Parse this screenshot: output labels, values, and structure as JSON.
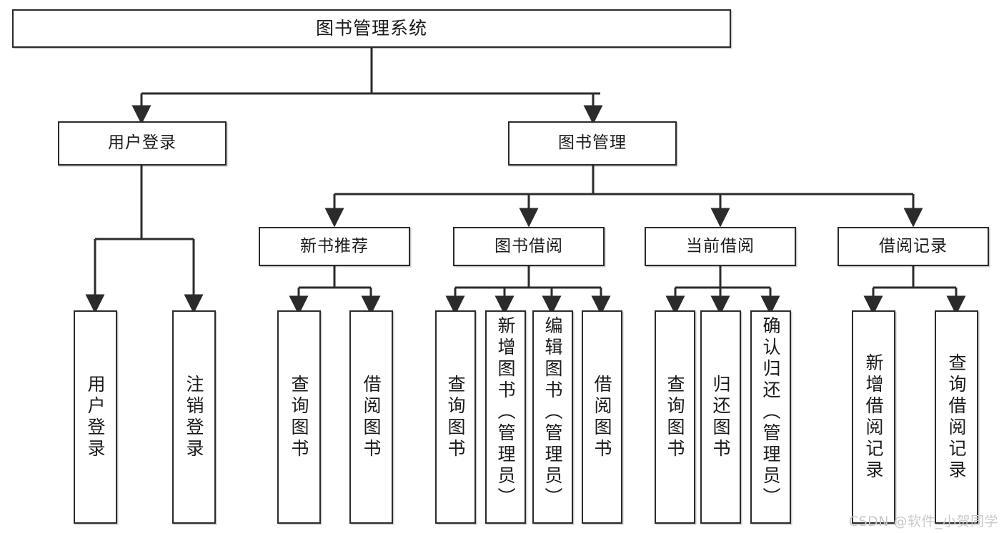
{
  "diagram": {
    "title": "图书管理系统",
    "type": "tree",
    "orientation": "top-down",
    "colors": {
      "background": "#ffffff",
      "box_border": "#2b2b2b",
      "box_fill": "#ffffff",
      "edge": "#2b2b2b",
      "text": "#1b1b1b",
      "watermark": "#c9c9c9"
    },
    "levels": [
      {
        "level": 0,
        "nodes": [
          {
            "id": "root",
            "label": "图书管理系统"
          }
        ]
      },
      {
        "level": 1,
        "nodes": [
          {
            "id": "login",
            "label": "用户登录",
            "parent": "root"
          },
          {
            "id": "bookmgmt",
            "label": "图书管理",
            "parent": "root"
          }
        ]
      },
      {
        "level": 2,
        "nodes": [
          {
            "id": "newbook",
            "label": "新书推荐",
            "parent": "bookmgmt"
          },
          {
            "id": "borrow",
            "label": "图书借阅",
            "parent": "bookmgmt"
          },
          {
            "id": "current",
            "label": "当前借阅",
            "parent": "bookmgmt"
          },
          {
            "id": "record",
            "label": "借阅记录",
            "parent": "bookmgmt"
          }
        ]
      },
      {
        "level": 3,
        "nodes": [
          {
            "id": "l1",
            "label": "用户登录",
            "parent": "login"
          },
          {
            "id": "l2",
            "label": "注销登录",
            "parent": "login"
          },
          {
            "id": "n1",
            "label": "查询图书",
            "parent": "newbook"
          },
          {
            "id": "n2",
            "label": "借阅图书",
            "parent": "newbook"
          },
          {
            "id": "b1",
            "label": "查询图书",
            "parent": "borrow"
          },
          {
            "id": "b2",
            "label": "新增图书（管理员）",
            "parent": "borrow"
          },
          {
            "id": "b3",
            "label": "编辑图书（管理员）",
            "parent": "borrow"
          },
          {
            "id": "b4",
            "label": "借阅图书",
            "parent": "borrow"
          },
          {
            "id": "c1",
            "label": "查询图书",
            "parent": "current"
          },
          {
            "id": "c2",
            "label": "归还图书",
            "parent": "current"
          },
          {
            "id": "c3",
            "label": "确认归还（管理员）",
            "parent": "current"
          },
          {
            "id": "r1",
            "label": "新增借阅记录",
            "parent": "record"
          },
          {
            "id": "r2",
            "label": "查询借阅记录",
            "parent": "record"
          }
        ]
      }
    ]
  },
  "watermark": {
    "text": "CSDN @软件_小贺同学"
  }
}
